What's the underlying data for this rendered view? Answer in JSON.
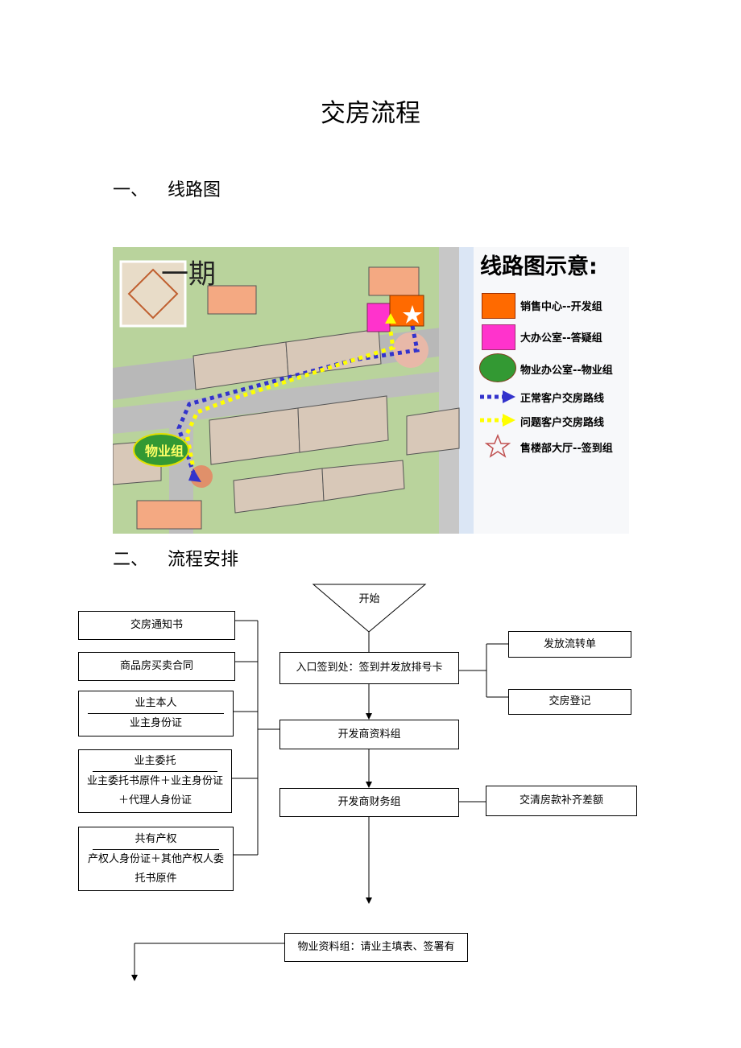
{
  "title": "交房流程",
  "sections": [
    {
      "num": "一、",
      "label": "线路图"
    },
    {
      "num": "二、",
      "label": "流程安排"
    }
  ],
  "map": {
    "phase_label": "一期",
    "group_label": "物业组",
    "legend_title": "线路图示意:",
    "legend": [
      {
        "label": "销售中心--开发组",
        "icon": "orange-square-icon",
        "color": "#ff6a00"
      },
      {
        "label": "大办公室--答疑组",
        "icon": "magenta-square-icon",
        "color": "#ff33cc"
      },
      {
        "label": "物业办公室--物业组",
        "icon": "green-ellipse-icon",
        "color": "#339933"
      },
      {
        "label": "正常客户交房路线",
        "icon": "blue-dotted-arrow-icon",
        "color": "#3333cc"
      },
      {
        "label": "问题客户交房路线",
        "icon": "yellow-dotted-arrow-icon",
        "color": "#ffff00"
      },
      {
        "label": "售楼部大厅--签到组",
        "icon": "star-icon",
        "color": "#c05050"
      }
    ]
  },
  "flow": {
    "start": "开始",
    "checkin": "入口签到处：签到并发放排号卡",
    "right1": "发放流转单",
    "right2": "交房登记",
    "dev_docs": "开发商资料组",
    "dev_finance": "开发商财务组",
    "finance_side": "交清房款补齐差额",
    "property_docs": "物业资料组：请业主填表、签署有",
    "left": [
      {
        "text": "交房通知书"
      },
      {
        "text": "商品房买卖合同"
      },
      {
        "head": "业主本人",
        "text": "业主身份证"
      },
      {
        "head": "业主委托",
        "text": "业主委托书原件＋业主身份证＋代理人身份证"
      },
      {
        "head": "共有产权",
        "text": "产权人身份证＋其他产权人委托书原件"
      }
    ]
  }
}
